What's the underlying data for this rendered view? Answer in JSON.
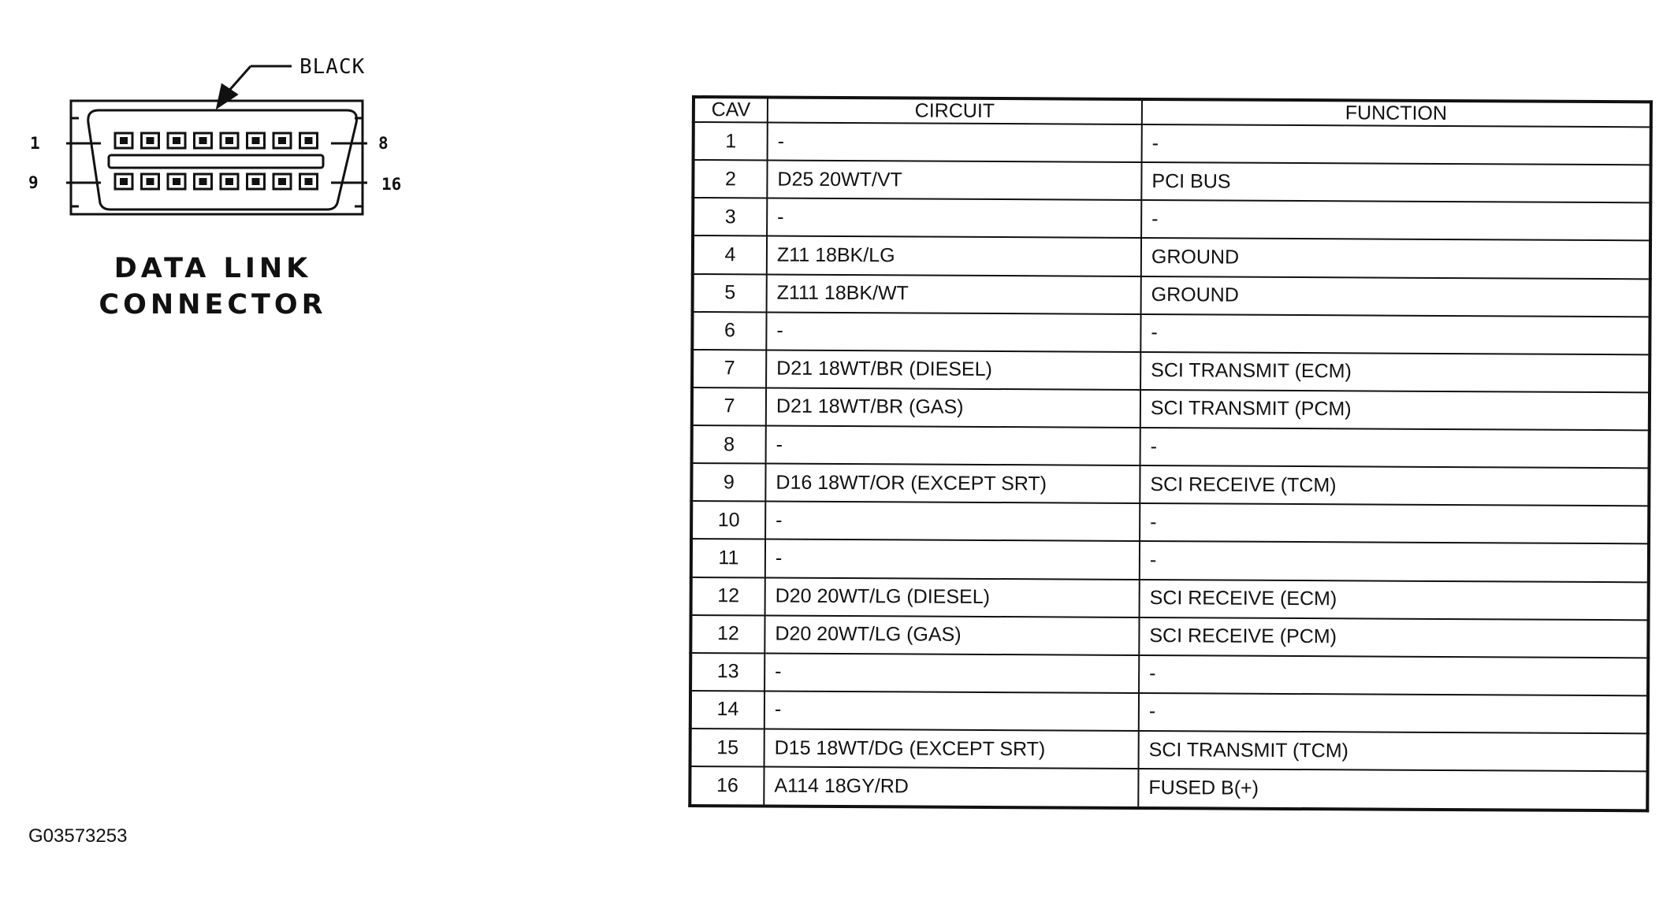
{
  "connector": {
    "callout_label": "BLACK",
    "title_lines": [
      "DATA LINK",
      "CONNECTOR"
    ],
    "pin_labels": {
      "top_left": "1",
      "top_right": "8",
      "bottom_left": "9",
      "bottom_right": "16"
    },
    "pins_per_row": 8,
    "rows": 2
  },
  "table": {
    "headers": [
      "CAV",
      "CIRCUIT",
      "FUNCTION"
    ],
    "rows": [
      {
        "cav": "1",
        "circuit": "-",
        "function": "-"
      },
      {
        "cav": "2",
        "circuit": "D25 20WT/VT",
        "function": "PCI BUS"
      },
      {
        "cav": "3",
        "circuit": "-",
        "function": "-"
      },
      {
        "cav": "4",
        "circuit": "Z11 18BK/LG",
        "function": "GROUND"
      },
      {
        "cav": "5",
        "circuit": "Z111 18BK/WT",
        "function": "GROUND"
      },
      {
        "cav": "6",
        "circuit": "-",
        "function": "-"
      },
      {
        "cav": "7",
        "circuit": "D21 18WT/BR (DIESEL)",
        "function": "SCI TRANSMIT (ECM)"
      },
      {
        "cav": "7",
        "circuit": "D21 18WT/BR (GAS)",
        "function": "SCI TRANSMIT (PCM)"
      },
      {
        "cav": "8",
        "circuit": "-",
        "function": "-"
      },
      {
        "cav": "9",
        "circuit": "D16 18WT/OR (EXCEPT SRT)",
        "function": "SCI RECEIVE (TCM)"
      },
      {
        "cav": "10",
        "circuit": "-",
        "function": "-"
      },
      {
        "cav": "11",
        "circuit": "-",
        "function": "-"
      },
      {
        "cav": "12",
        "circuit": "D20 20WT/LG (DIESEL)",
        "function": "SCI RECEIVE (ECM)"
      },
      {
        "cav": "12",
        "circuit": "D20 20WT/LG (GAS)",
        "function": "SCI RECEIVE (PCM)"
      },
      {
        "cav": "13",
        "circuit": "-",
        "function": "-"
      },
      {
        "cav": "14",
        "circuit": "-",
        "function": "-"
      },
      {
        "cav": "15",
        "circuit": "D15 18WT/DG (EXCEPT SRT)",
        "function": "SCI TRANSMIT (TCM)"
      },
      {
        "cav": "16",
        "circuit": "A114 18GY/RD",
        "function": "FUSED B(+)"
      }
    ]
  },
  "figure_id": "G03573253"
}
